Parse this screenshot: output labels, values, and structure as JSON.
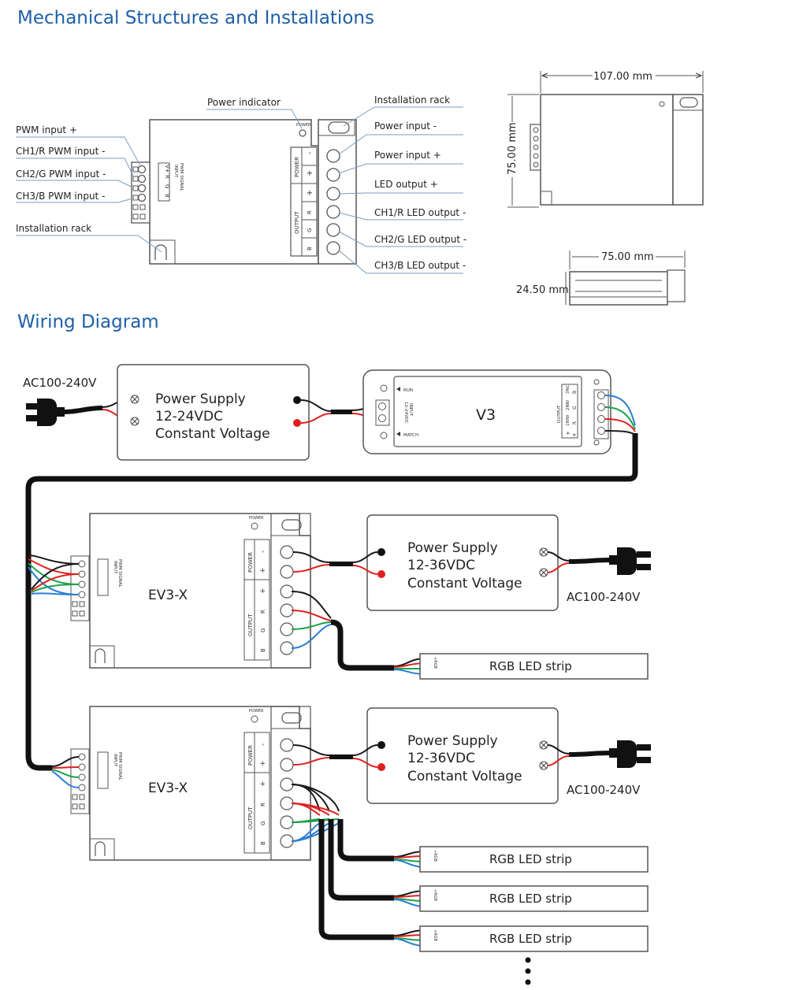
{
  "titles": {
    "mechanical": "Mechanical Structures and Installations",
    "wiring": "Wiring Diagram"
  },
  "mechanical": {
    "left_labels": [
      "PWM input +",
      "CH1/R PWM input -",
      "CH2/G PWM input -",
      "CH3/B PWM input -",
      "Installation rack"
    ],
    "top_label": "Power indicator",
    "right_labels": [
      "Installation rack",
      "Power input -",
      "Power input +",
      "LED output +",
      "CH1/R LED output -",
      "CH2/G LED output -",
      "CH3/B LED output -"
    ],
    "device_text": {
      "power_led": "POWER",
      "input": "INPUT",
      "pwm_signal": "PWM SIGNAL",
      "pins": [
        "V+",
        "R",
        "G",
        "B"
      ],
      "power": "POWER",
      "output": "OUTPUT",
      "power_signs": [
        "-",
        "+"
      ],
      "output_pins": [
        "+",
        "R",
        "G",
        "B"
      ]
    },
    "dimensions": {
      "width": "107.00 mm",
      "height": "75.00 mm",
      "side_width": "75.00 mm",
      "side_height": "24.50 mm"
    }
  },
  "wiring": {
    "ac_label": "AC100-240V",
    "psu1": [
      "Power Supply",
      "12-24VDC",
      "Constant Voltage"
    ],
    "psu2": [
      "Power Supply",
      "12-36VDC",
      "Constant Voltage"
    ],
    "controller": {
      "name": "V3",
      "run": "RUN",
      "match": "MATCH",
      "input": "INPUT",
      "input_voltage": "12-24VDC",
      "output": "OUTPUT",
      "output_pins": [
        "+",
        "1WW",
        "2NW",
        "3NC"
      ],
      "output_pins_rgb": [
        "+",
        "R",
        "G",
        "B"
      ]
    },
    "amplifier_name": "EV3-X",
    "strip_label": "RGB LED strip",
    "strip_pins": "+RGB",
    "power_led": "POWER"
  },
  "colors": {
    "title_blue": "#1f5fa8",
    "leader_blue": "#7a9cc0",
    "wire_black": "#1a1a1a",
    "wire_red": "#e02020",
    "wire_green": "#1aa34a",
    "wire_blue": "#2a7fd4"
  }
}
